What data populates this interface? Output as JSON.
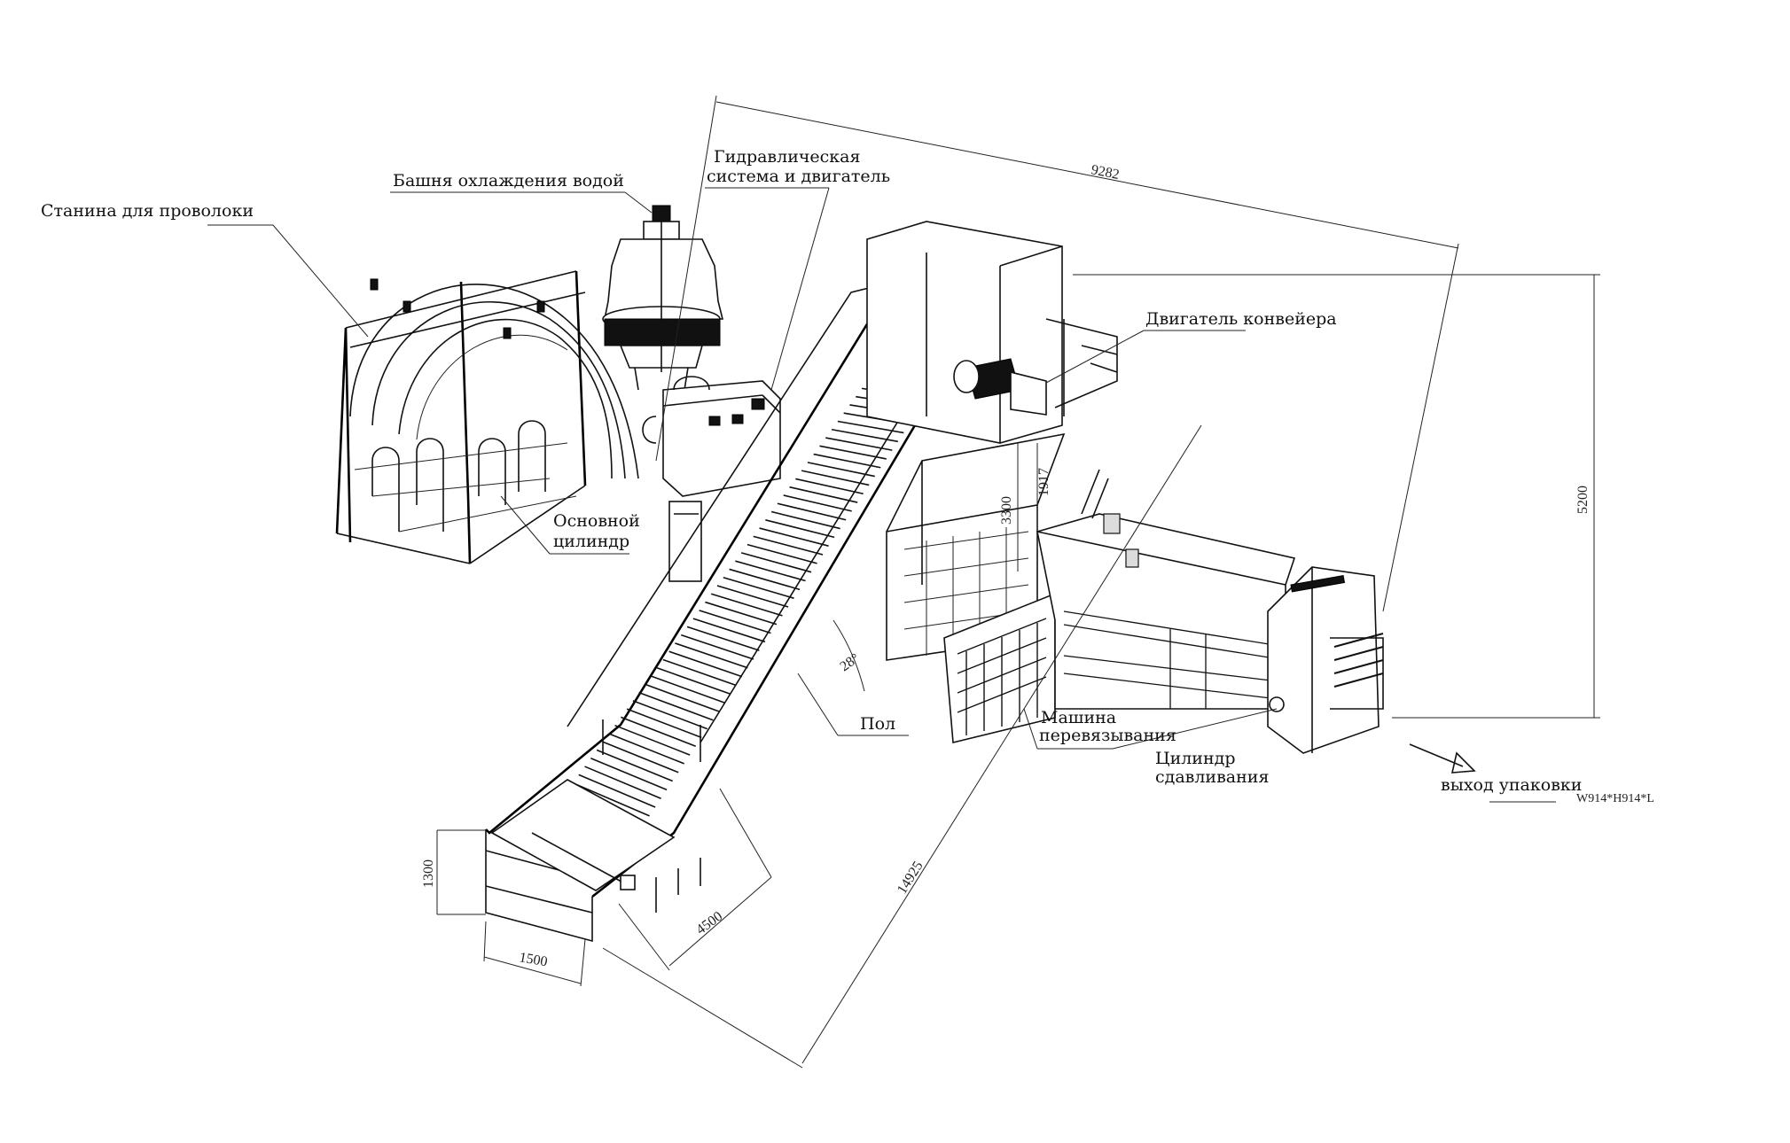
{
  "labels": {
    "wire_frame": "Станина для проволоки",
    "cooling_tower": "Башня охлаждения водой",
    "hydraulic_1": "Гидравлическая",
    "hydraulic_2": "система и двигатель",
    "conveyor_motor": "Двигатель конвейера",
    "main_cyl_1": "Основной",
    "main_cyl_2": "цилиндр",
    "floor": "Пол",
    "tying_1": "Машина",
    "tying_2": "перевязывания",
    "press_cyl_1": "Цилиндр",
    "press_cyl_2": "сдавливания",
    "bale_exit": "выход упаковки",
    "bale_size": "W914*H914*L"
  },
  "dimensions": {
    "d9282": "9282",
    "d5200": "5200",
    "d3300": "3300",
    "d1917": "1917",
    "d1300": "1300",
    "d1500": "1500",
    "d4500": "4500",
    "d14925": "14925",
    "angle": "28°"
  }
}
